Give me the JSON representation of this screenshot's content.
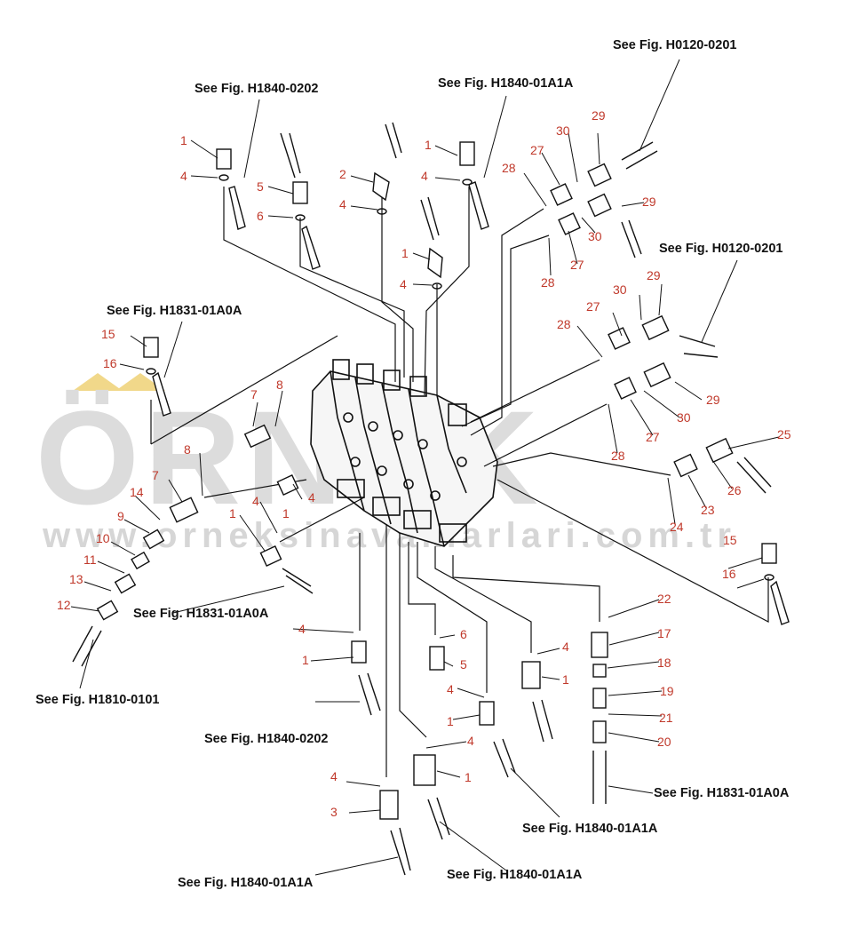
{
  "watermark": {
    "brand": "ÖRNEK",
    "url": "www.orneksinavaklarlari.com.tr"
  },
  "references": [
    "See Fig. H0120-0201",
    "See Fig. H1840-0202",
    "See Fig. H1840-01A1A",
    "See Fig. H1831-01A0A",
    "See Fig. H0120-0201",
    "See Fig. H1831-01A0A",
    "See Fig. H1810-0101",
    "See Fig. H1840-0202",
    "See Fig. H1840-01A1A",
    "See Fig. H1831-01A0A",
    "See Fig. H1840-01A1A",
    "See Fig. H1840-01A1A"
  ],
  "part_numbers": [
    "1",
    "4",
    "5",
    "6",
    "2",
    "4",
    "1",
    "4",
    "1",
    "4",
    "28",
    "27",
    "30",
    "29",
    "29",
    "30",
    "27",
    "28",
    "15",
    "16",
    "7",
    "8",
    "28",
    "27",
    "30",
    "29",
    "29",
    "30",
    "27",
    "28",
    "25",
    "26",
    "23",
    "24",
    "8",
    "7",
    "14",
    "9",
    "10",
    "11",
    "13",
    "12",
    "4",
    "1",
    "4",
    "1",
    "15",
    "16",
    "22",
    "17",
    "18",
    "19",
    "21",
    "20",
    "4",
    "1",
    "6",
    "5",
    "4",
    "1",
    "4",
    "1",
    "4",
    "1",
    "4",
    "3"
  ]
}
